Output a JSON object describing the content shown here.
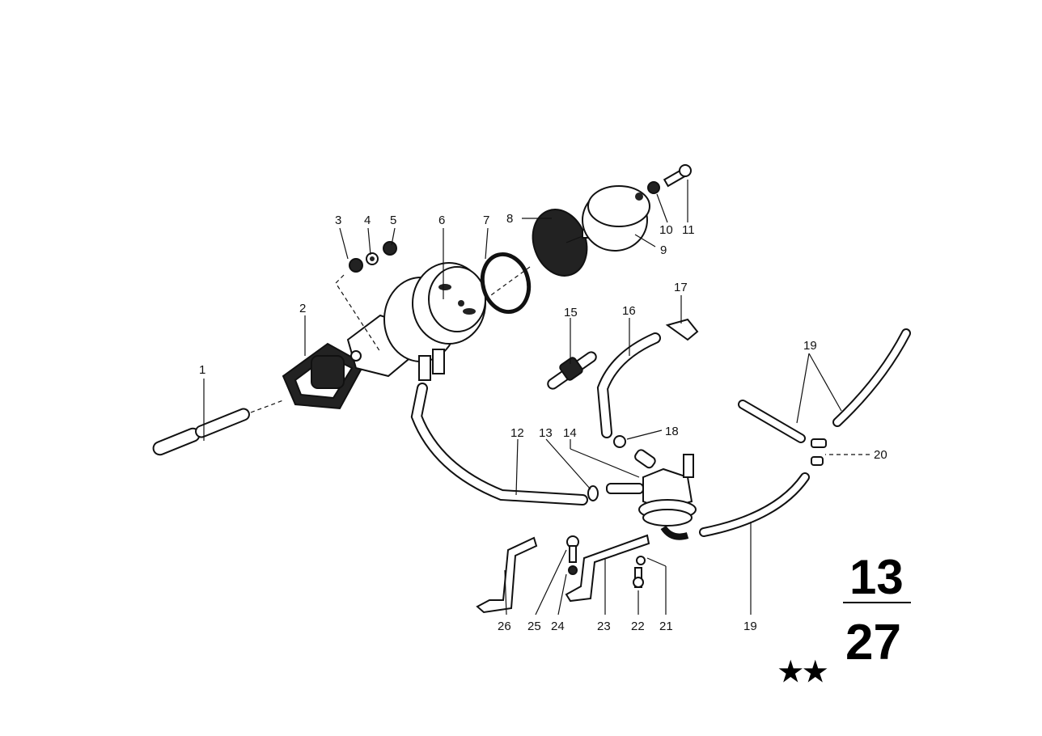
{
  "callouts": [
    {
      "id": "1",
      "label": "1"
    },
    {
      "id": "2",
      "label": "2"
    },
    {
      "id": "3",
      "label": "3"
    },
    {
      "id": "4",
      "label": "4"
    },
    {
      "id": "5",
      "label": "5"
    },
    {
      "id": "6",
      "label": "6"
    },
    {
      "id": "7",
      "label": "7"
    },
    {
      "id": "8",
      "label": "8"
    },
    {
      "id": "9",
      "label": "9"
    },
    {
      "id": "10",
      "label": "10"
    },
    {
      "id": "11",
      "label": "11"
    },
    {
      "id": "12",
      "label": "12"
    },
    {
      "id": "13",
      "label": "13"
    },
    {
      "id": "14",
      "label": "14"
    },
    {
      "id": "15",
      "label": "15"
    },
    {
      "id": "16",
      "label": "16"
    },
    {
      "id": "17",
      "label": "17"
    },
    {
      "id": "18",
      "label": "18"
    },
    {
      "id": "19a",
      "label": "19"
    },
    {
      "id": "19b",
      "label": "19"
    },
    {
      "id": "20",
      "label": "20"
    },
    {
      "id": "21",
      "label": "21"
    },
    {
      "id": "22",
      "label": "22"
    },
    {
      "id": "23",
      "label": "23"
    },
    {
      "id": "24",
      "label": "24"
    },
    {
      "id": "25",
      "label": "25"
    },
    {
      "id": "26",
      "label": "26"
    }
  ],
  "group_code": {
    "main": "13",
    "sub": "27",
    "stars": "★★"
  }
}
